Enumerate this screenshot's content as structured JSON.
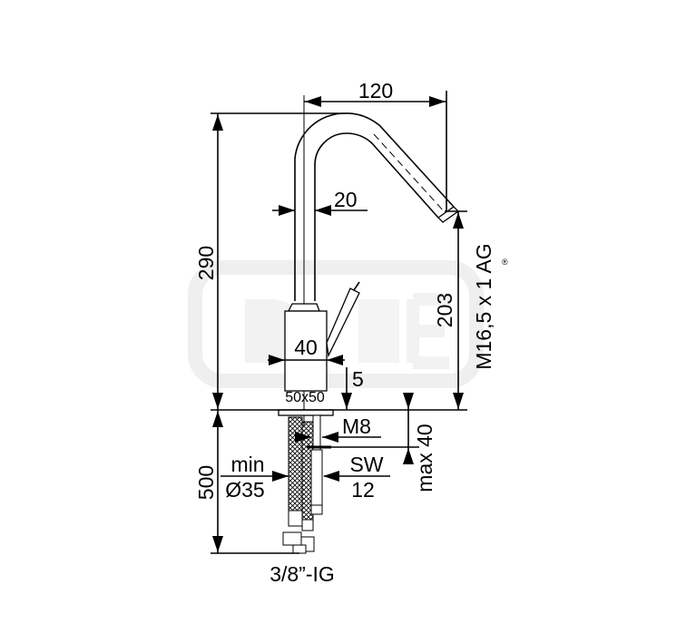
{
  "drawing": {
    "dimensions": {
      "spout_reach": "120",
      "total_height": "290",
      "pipe_diameter": "20",
      "body_width": "40",
      "base_offset": "5",
      "base_plate": "50x50",
      "outlet_height": "203",
      "outlet_thread": "M16,5 x 1 AG",
      "stud_thread": "M8",
      "max_counter_thickness": "max 40",
      "wrench_size_label": "SW",
      "wrench_size_value": "12",
      "hole_min_label": "min",
      "hole_diameter": "Ø35",
      "hose_length": "500",
      "hose_connection": "3/8”-IG"
    },
    "colors": {
      "line": "#000000",
      "watermark": "#efefef"
    }
  }
}
